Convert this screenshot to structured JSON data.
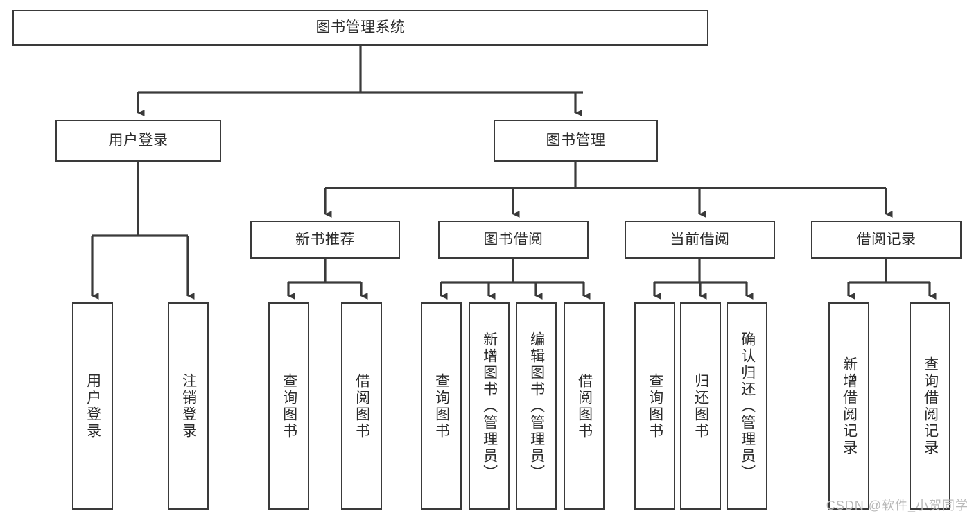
{
  "diagram": {
    "title": "图书管理系统",
    "type": "tree",
    "watermark": "CSDN @软件_小贺同学",
    "colors": {
      "box_border": "#3a3a3a",
      "box_fill": "#ffffff",
      "edge": "#3a3a3a",
      "text": "#2b2b2b",
      "watermark": "#b9b9b9"
    },
    "nodes": {
      "root": {
        "label": "图书管理系统",
        "level": 1,
        "orientation": "horizontal"
      },
      "l2_user_login": {
        "label": "用户登录",
        "level": 2,
        "orientation": "horizontal"
      },
      "l2_book_manage": {
        "label": "图书管理",
        "level": 2,
        "orientation": "horizontal"
      },
      "l3_new_book_rec": {
        "label": "新书推荐",
        "level": 3,
        "orientation": "horizontal"
      },
      "l3_book_borrow": {
        "label": "图书借阅",
        "level": 3,
        "orientation": "horizontal"
      },
      "l3_current_borrow": {
        "label": "当前借阅",
        "level": 3,
        "orientation": "horizontal"
      },
      "l3_borrow_record": {
        "label": "借阅记录",
        "level": 3,
        "orientation": "horizontal"
      },
      "leaf_user_login": {
        "label": "用户登录",
        "level": 4,
        "orientation": "vertical",
        "parent": "用户登录"
      },
      "leaf_user_logout": {
        "label": "注销登录",
        "level": 4,
        "orientation": "vertical",
        "parent": "用户登录"
      },
      "leaf_rec_query": {
        "label": "查询图书",
        "level": 4,
        "orientation": "vertical",
        "parent": "新书推荐"
      },
      "leaf_rec_borrow": {
        "label": "借阅图书",
        "level": 4,
        "orientation": "vertical",
        "parent": "新书推荐"
      },
      "leaf_borrow_query": {
        "label": "查询图书",
        "level": 4,
        "orientation": "vertical",
        "parent": "图书借阅"
      },
      "leaf_borrow_add": {
        "label": "新增图书（管理员）",
        "level": 4,
        "orientation": "vertical",
        "parent": "图书借阅"
      },
      "leaf_borrow_edit": {
        "label": "编辑图书（管理员）",
        "level": 4,
        "orientation": "vertical",
        "parent": "图书借阅"
      },
      "leaf_borrow_do": {
        "label": "借阅图书",
        "level": 4,
        "orientation": "vertical",
        "parent": "图书借阅"
      },
      "leaf_cur_query": {
        "label": "查询图书",
        "level": 4,
        "orientation": "vertical",
        "parent": "当前借阅"
      },
      "leaf_cur_return": {
        "label": "归还图书",
        "level": 4,
        "orientation": "vertical",
        "parent": "当前借阅"
      },
      "leaf_cur_confirm": {
        "label": "确认归还（管理员）",
        "level": 4,
        "orientation": "vertical",
        "parent": "当前借阅"
      },
      "leaf_rec_add": {
        "label": "新增借阅记录",
        "level": 4,
        "orientation": "vertical",
        "parent": "借阅记录"
      },
      "leaf_rec_search": {
        "label": "查询借阅记录",
        "level": 4,
        "orientation": "vertical",
        "parent": "借阅记录"
      }
    },
    "edges": [
      {
        "from": "图书管理系统",
        "to": "用户登录"
      },
      {
        "from": "图书管理系统",
        "to": "图书管理"
      },
      {
        "from": "用户登录",
        "to": "用户登录(叶)"
      },
      {
        "from": "用户登录",
        "to": "注销登录"
      },
      {
        "from": "图书管理",
        "to": "新书推荐"
      },
      {
        "from": "图书管理",
        "to": "图书借阅"
      },
      {
        "from": "图书管理",
        "to": "当前借阅"
      },
      {
        "from": "图书管理",
        "to": "借阅记录"
      },
      {
        "from": "新书推荐",
        "to": "查询图书"
      },
      {
        "from": "新书推荐",
        "to": "借阅图书"
      },
      {
        "from": "图书借阅",
        "to": "查询图书"
      },
      {
        "from": "图书借阅",
        "to": "新增图书（管理员）"
      },
      {
        "from": "图书借阅",
        "to": "编辑图书（管理员）"
      },
      {
        "from": "图书借阅",
        "to": "借阅图书"
      },
      {
        "from": "当前借阅",
        "to": "查询图书"
      },
      {
        "from": "当前借阅",
        "to": "归还图书"
      },
      {
        "from": "当前借阅",
        "to": "确认归还（管理员）"
      },
      {
        "from": "借阅记录",
        "to": "新增借阅记录"
      },
      {
        "from": "借阅记录",
        "to": "查询借阅记录"
      }
    ]
  }
}
